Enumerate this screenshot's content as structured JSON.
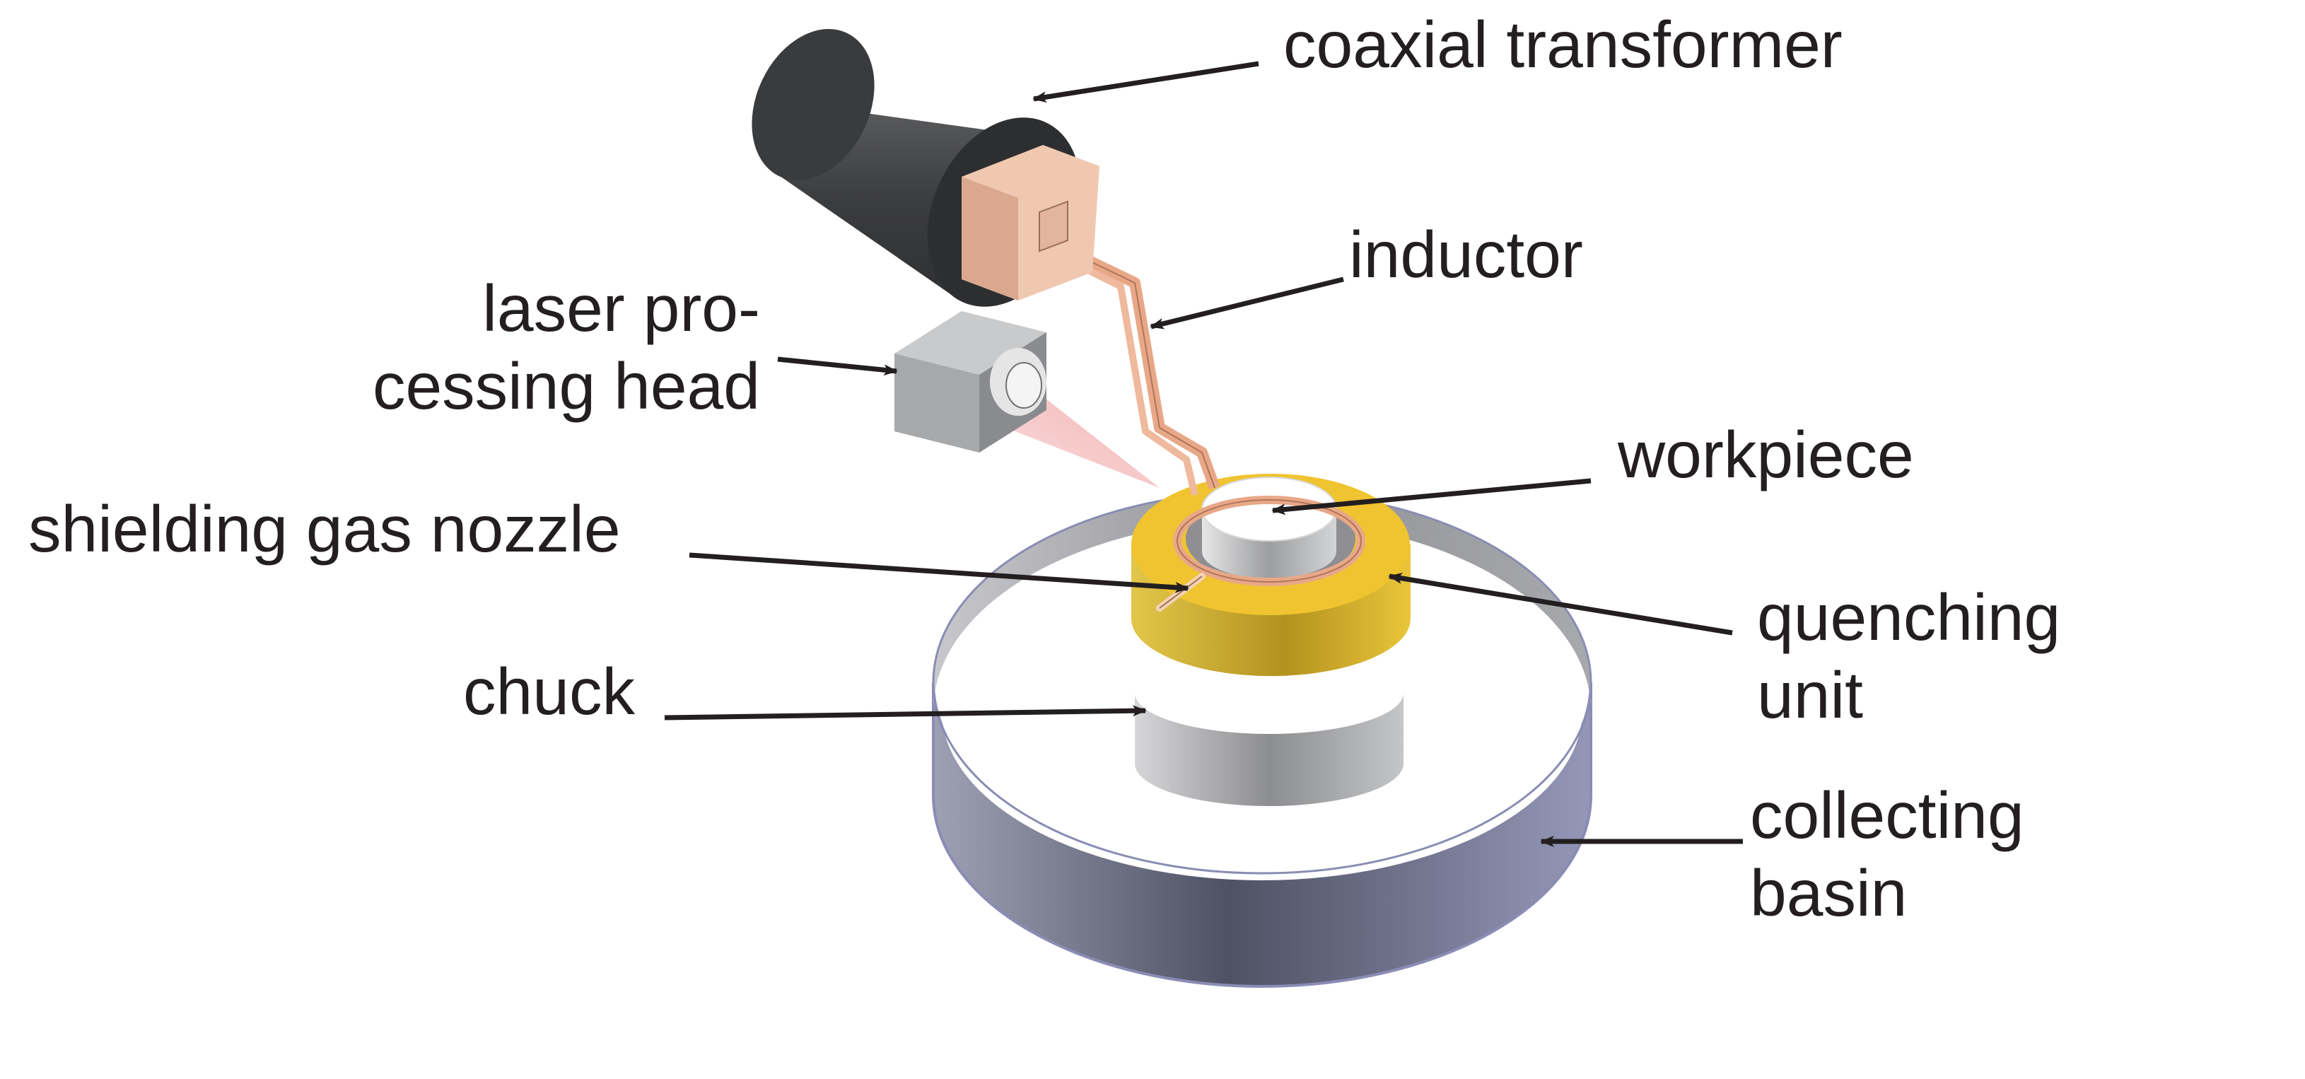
{
  "labels": {
    "coaxial_transformer": "coaxial transformer",
    "inductor": "inductor",
    "laser_head_line1": "laser pro-",
    "laser_head_line2": "cessing head",
    "workpiece": "workpiece",
    "shielding_gas_nozzle": "shielding gas nozzle",
    "quenching_unit_line1": "quenching",
    "quenching_unit_line2": "unit",
    "chuck": "chuck",
    "collecting_basin_line1": "collecting",
    "collecting_basin_line2": "basin"
  },
  "colors": {
    "text": "#231f20",
    "transformer_body": "#4f5052",
    "transformer_flange": "#f0c8b0",
    "inductor": "#e8a888",
    "laser_head": "#a7a8aa",
    "laser_beam": "#f4b6b6",
    "quenching_unit": "#f0c430",
    "workpiece": "#ffffff",
    "chuck": "#b7b8ba",
    "basin": "#6a6c88"
  }
}
